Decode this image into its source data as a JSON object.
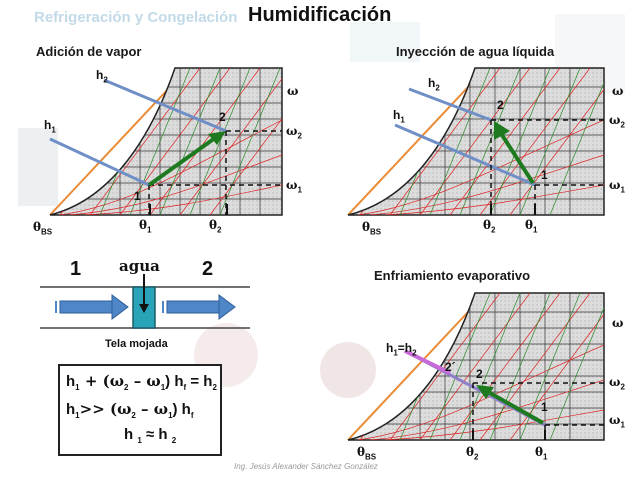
{
  "title": "Humidificación",
  "watermark": "Refrigeración y Congelación",
  "footer": "Ing. Jesús Alexander Sánchez González",
  "panels": {
    "steam": {
      "title": "Adición de vapor"
    },
    "water": {
      "title": "Inyección de agua líquida"
    },
    "evap": {
      "title": "Enfriamiento evaporativo"
    }
  },
  "symbols": {
    "h": "h",
    "one": "1",
    "two": "2",
    "omega": "ω",
    "theta": "θ",
    "bs": "BS",
    "two_prime": "2´",
    "h1_eq_h2": "h",
    "h1_eq_h2_eq": "=h"
  },
  "device": {
    "in": "1",
    "out": "2",
    "agua": "agua",
    "tela": "Tela mojada"
  },
  "formula": {
    "line1_a": "h",
    "line1_b": " + (ω",
    "line1_c": " – ω",
    "line1_d": ") h",
    "line1_e": " = h",
    "line2_a": "h",
    "line2_b": ">> (ω",
    "line2_c": " – ω",
    "line2_d": ") h",
    "line3_a": "h ",
    "line3_b": " ≈ h ",
    "sub1": "1",
    "sub2": "2",
    "subf": "f"
  }
}
